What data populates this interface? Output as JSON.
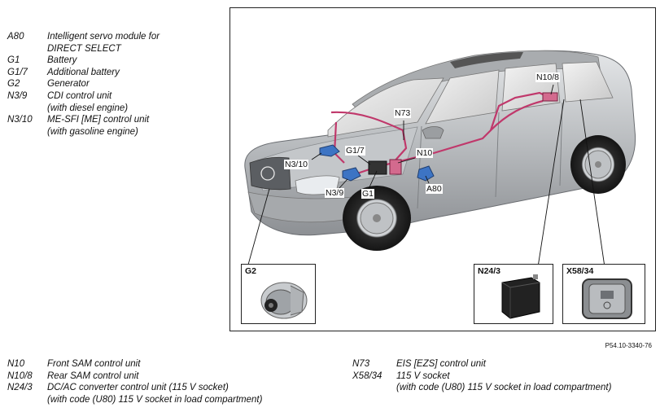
{
  "legend_top": [
    {
      "code": "A80",
      "lines": [
        "Intelligent servo module for",
        "DIRECT SELECT"
      ]
    },
    {
      "code": "G1",
      "lines": [
        "Battery"
      ]
    },
    {
      "code": "G1/7",
      "lines": [
        "Additional battery"
      ]
    },
    {
      "code": "G2",
      "lines": [
        "Generator"
      ]
    },
    {
      "code": "N3/9",
      "lines": [
        "CDI control unit",
        "(with diesel engine)"
      ]
    },
    {
      "code": "N3/10",
      "lines": [
        "ME-SFI [ME] control unit",
        "(with gasoline engine)"
      ]
    }
  ],
  "legend_bottom_left": [
    {
      "code": "N10",
      "lines": [
        "Front SAM control unit"
      ]
    },
    {
      "code": "N10/8",
      "lines": [
        "Rear SAM control unit"
      ]
    },
    {
      "code": "N24/3",
      "lines": [
        "DC/AC converter control unit (115 V socket)",
        " (with code (U80) 115 V socket in load compartment)"
      ]
    }
  ],
  "legend_bottom_right": [
    {
      "code": "N73",
      "lines": [
        "EIS [EZS] control unit"
      ]
    },
    {
      "code": "X58/34",
      "lines": [
        "115 V socket",
        "(with code (U80) 115 V socket in load compartment)"
      ]
    }
  ],
  "figure_labels": {
    "n10_8": "N10/8",
    "n73": "N73",
    "n10": "N10",
    "g1_7": "G1/7",
    "n3_10": "N3/10",
    "n3_9": "N3/9",
    "g1": "G1",
    "a80": "A80",
    "inset_g2": "G2",
    "inset_n24_3": "N24/3",
    "inset_x58_34": "X58/34"
  },
  "reference": "P54.10-3340-76",
  "colors": {
    "harness": "#c0386b",
    "module_blue": "#3d74c4",
    "body_silver": "#b9bcbf"
  }
}
